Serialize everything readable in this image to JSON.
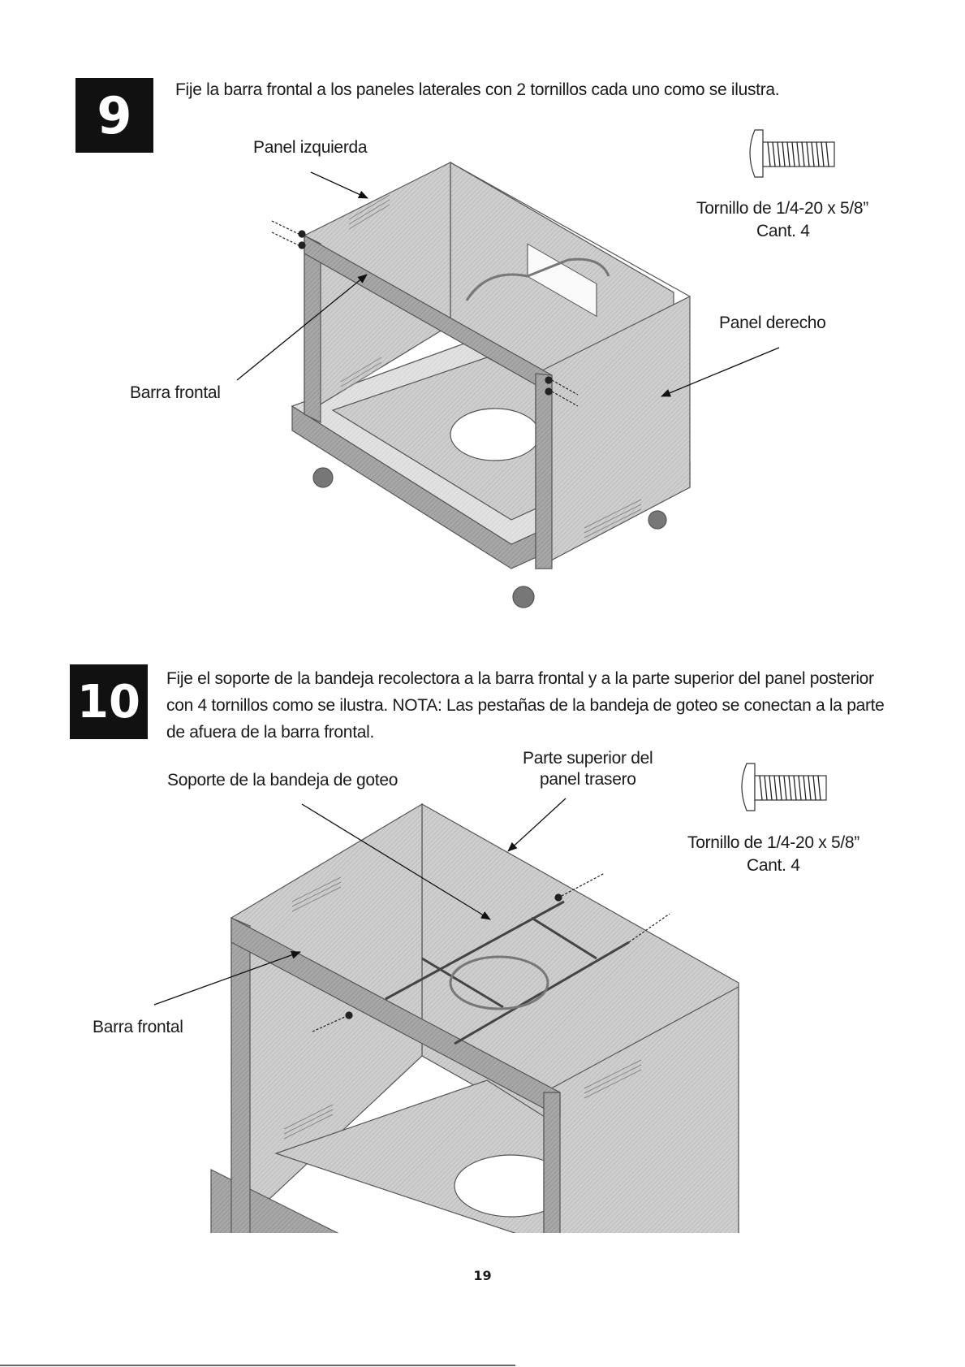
{
  "step9": {
    "number": "9",
    "instruction": "Fije la barra frontal a los paneles laterales con 2 tornillos cada uno como se ilustra.",
    "labels": {
      "left_panel": "Panel izquierda",
      "front_bar": "Barra frontal",
      "right_panel": "Panel derecho",
      "screw_spec": "Tornillo de 1/4-20 x 5/8”",
      "screw_qty": "Cant. 4"
    }
  },
  "step10": {
    "number": "10",
    "instruction": "Fije el soporte de la bandeja recolectora a la barra frontal y a la parte superior del panel posterior con 4 tornillos como se ilustra. NOTA: Las pestañas de la bandeja de goteo se conectan a la parte de afuera de la barra frontal.",
    "labels": {
      "drip_tray_support": "Soporte de la bandeja de goteo",
      "rear_panel_top_1": "Parte superior del",
      "rear_panel_top_2": "panel trasero",
      "front_bar": "Barra frontal",
      "screw_spec": "Tornillo de 1/4-20 x 5/8”",
      "screw_qty": "Cant. 4"
    }
  },
  "page_number": "19",
  "colors": {
    "ink": "#111111",
    "panel": "#c9c9c9",
    "panel_dark": "#9a9a9a",
    "panel_light": "#e4e4e4"
  }
}
